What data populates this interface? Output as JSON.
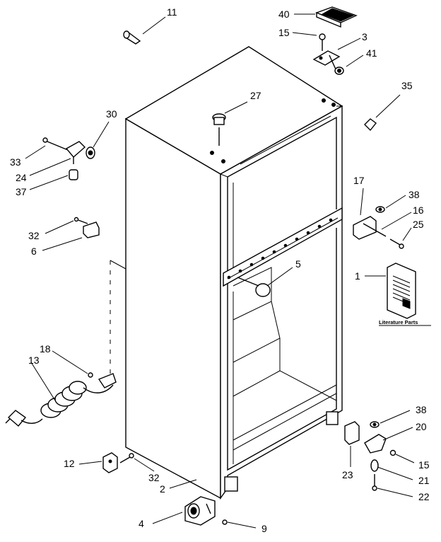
{
  "diagram": {
    "callouts": [
      {
        "id": "c1",
        "label": "11"
      },
      {
        "id": "c2",
        "label": "40"
      },
      {
        "id": "c3",
        "label": "15"
      },
      {
        "id": "c4",
        "label": "3"
      },
      {
        "id": "c5",
        "label": "41"
      },
      {
        "id": "c6",
        "label": "35"
      },
      {
        "id": "c7",
        "label": "27"
      },
      {
        "id": "c8",
        "label": "30"
      },
      {
        "id": "c9",
        "label": "33"
      },
      {
        "id": "c10",
        "label": "24"
      },
      {
        "id": "c11",
        "label": "37"
      },
      {
        "id": "c12",
        "label": "17"
      },
      {
        "id": "c13",
        "label": "38"
      },
      {
        "id": "c14",
        "label": "16"
      },
      {
        "id": "c15",
        "label": "25"
      },
      {
        "id": "c16",
        "label": "32"
      },
      {
        "id": "c17",
        "label": "6"
      },
      {
        "id": "c18",
        "label": "5"
      },
      {
        "id": "c19",
        "label": "1"
      },
      {
        "id": "c20",
        "label": "18"
      },
      {
        "id": "c21",
        "label": "13"
      },
      {
        "id": "c22",
        "label": "38"
      },
      {
        "id": "c23",
        "label": "20"
      },
      {
        "id": "c24",
        "label": "12"
      },
      {
        "id": "c25",
        "label": "32"
      },
      {
        "id": "c26",
        "label": "15"
      },
      {
        "id": "c27",
        "label": "23"
      },
      {
        "id": "c28",
        "label": "21"
      },
      {
        "id": "c29",
        "label": "2"
      },
      {
        "id": "c30",
        "label": "22"
      },
      {
        "id": "c31",
        "label": "4"
      },
      {
        "id": "c32",
        "label": "9"
      }
    ],
    "literature_parts_label": "Literature Parts"
  }
}
